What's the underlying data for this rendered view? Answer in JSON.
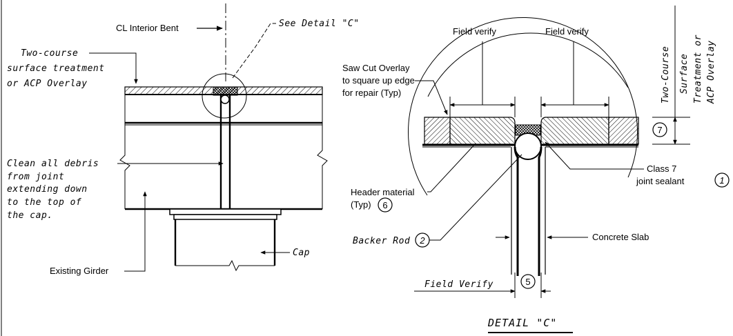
{
  "left_view": {
    "cl_label": "CL Interior Bent",
    "see_detail": "See Detail \"C\"",
    "surface_label_1": "Two-course",
    "surface_label_2": "surface treatment",
    "surface_label_3": "or ACP Overlay",
    "clean_label_1": "Clean all debris",
    "clean_label_2": "from joint",
    "clean_label_3": "extending down",
    "clean_label_4": "to the top of",
    "clean_label_5": "the cap.",
    "existing_girder": "Existing Girder",
    "cap": "Cap"
  },
  "detail_c": {
    "field_verify_left": "Field verify",
    "field_verify_right": "Field verify",
    "saw_cut_1": "Saw Cut Overlay",
    "saw_cut_2": "to square up edge",
    "saw_cut_3": "for repair (Typ)",
    "side_label_1": "Two-Course",
    "side_label_2": "Surface",
    "side_label_3": "Treatment or",
    "side_label_4": "ACP Overlay",
    "callout_7": "7",
    "class7_1": "Class 7",
    "class7_2": "joint sealant",
    "callout_1": "1",
    "header_1": "Header material",
    "header_2": "(Typ)",
    "callout_6": "6",
    "backer_rod": "Backer Rod",
    "callout_2": "2",
    "concrete_slab": "Concrete Slab",
    "field_verify_bottom": "Field Verify",
    "callout_5": "5",
    "title": "DETAIL \"C\""
  },
  "colors": {
    "ink": "#000000",
    "paper": "#ffffff"
  }
}
